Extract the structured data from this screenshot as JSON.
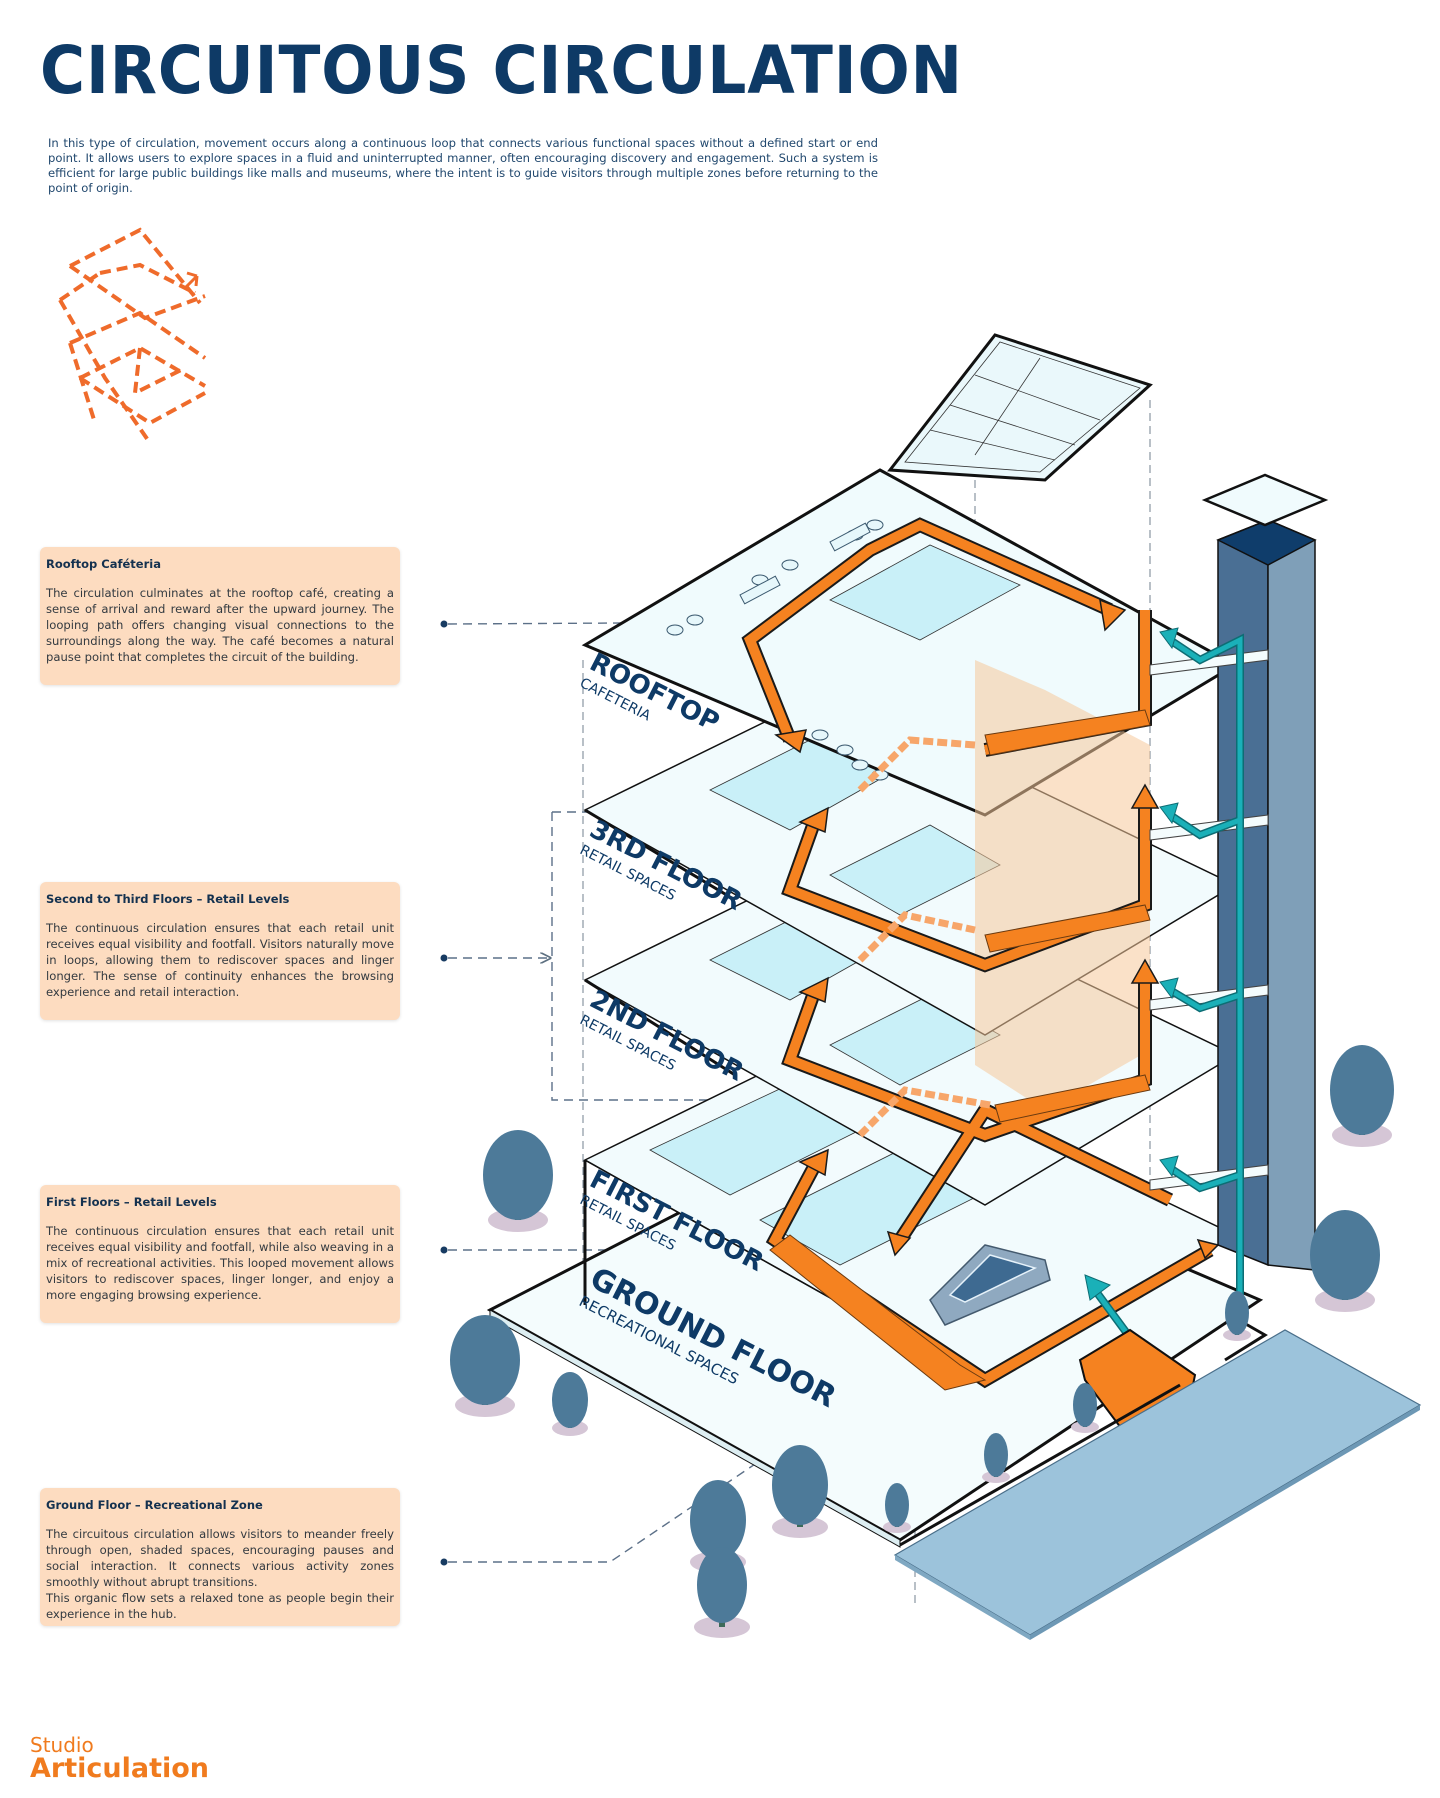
{
  "header": {
    "title": "CIRCUITOUS CIRCULATION",
    "intro": "In this type of circulation, movement occurs along a continuous loop that connects various functional spaces without a defined start or end point. It allows users to explore spaces in a fluid and uninterrupted manner, often encouraging discovery and engagement. Such a system is efficient for large public buildings like malls and museums, where the intent is to guide visitors through multiple zones before returning to the point of origin."
  },
  "cards": [
    {
      "title": "Rooftop Caféteria",
      "body": "The circulation culminates at the rooftop café, creating a sense of arrival and reward after the upward journey. The looping path offers changing visual connections to the surroundings along the way. The café becomes a natural pause point that completes the circuit of the building."
    },
    {
      "title": "Second to Third Floors – Retail Levels",
      "body": "The continuous circulation ensures that each retail unit receives equal visibility and footfall. Visitors naturally move in loops, allowing them to rediscover spaces and linger longer. The sense of continuity enhances the browsing experience and retail interaction."
    },
    {
      "title": "First Floors – Retail Levels",
      "body": "The continuous circulation ensures that each retail unit receives equal visibility and footfall, while also weaving in a mix of recreational activities. This looped movement allows visitors to rediscover spaces, linger longer, and enjoy a more engaging browsing experience."
    },
    {
      "title": "Ground Floor – Recreational Zone",
      "body": "The circuitous circulation allows visitors to meander freely through open, shaded spaces, encouraging pauses and social interaction. It connects various activity zones smoothly without abrupt transitions.\nThis organic flow sets a relaxed tone as people begin their experience in the hub."
    }
  ],
  "floors": [
    {
      "name": "ROOFTOP",
      "use": "CAFETERIA"
    },
    {
      "name": "3RD FLOOR",
      "use": "RETAIL SPACES"
    },
    {
      "name": "2ND FLOOR",
      "use": "RETAIL SPACES"
    },
    {
      "name": "FIRST FLOOR",
      "use": "RETAIL SPACES"
    },
    {
      "name": "GROUND FLOOR",
      "use": "RECREATIONAL SPACES"
    }
  ],
  "icons": {
    "concept_icon": "circuitous-loop-icon",
    "circulation_arrow": "orange-arrow",
    "lift_arrow": "teal-arrow"
  },
  "colors": {
    "title": "#0e3a66",
    "card_bg": "#fddcc0",
    "circulation": "#f58220",
    "lift_flow": "#1ab0b8",
    "floor_plate": "#f0fbfd",
    "floor_zone": "#c9f0f8",
    "core": "#4a6f94",
    "water": "#9cc3db",
    "tree": "#4d7a99"
  },
  "logo": {
    "line1": "Studio",
    "line2": "Articulation"
  }
}
